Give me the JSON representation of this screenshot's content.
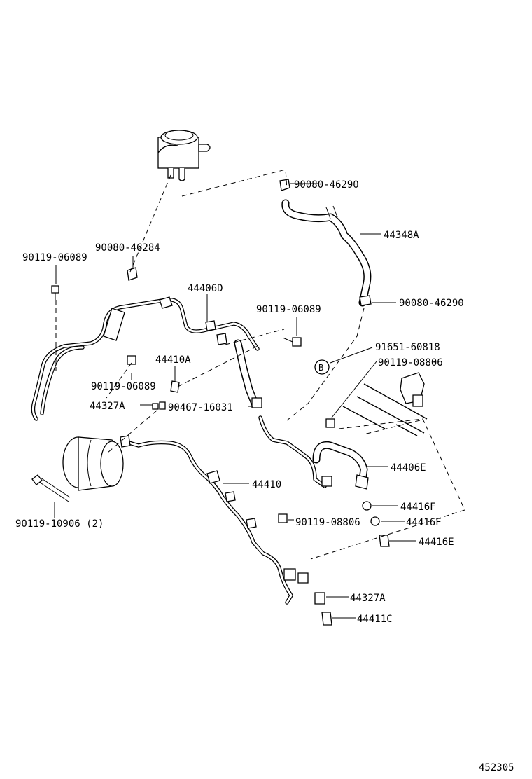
{
  "labels": {
    "l_90080_46290_top": "90080-46290",
    "l_44348A": "44348A",
    "l_90080_46284": "90080-46284",
    "l_90119_06089_left": "90119-06089",
    "l_44406D": "44406D",
    "l_90080_46290_mid": "90080-46290",
    "l_90119_06089_mid": "90119-06089",
    "l_91651_60818": "91651-60818",
    "l_44410A": "44410A",
    "l_90119_08806_right": "90119-08806",
    "l_90119_06089_low": "90119-06089",
    "l_44327A_left": "44327A",
    "l_90467_16031": "90467-16031",
    "l_44406E": "44406E",
    "l_44410": "44410",
    "l_44416F_a": "44416F",
    "l_90119_10906": "90119-10906 (2)",
    "l_90119_08806_low": "90119-08806",
    "l_44416F_b": "44416F",
    "l_44416E": "44416E",
    "l_44327A_low": "44327A",
    "l_44411C": "44411C",
    "circle_b": "B",
    "diagram_id": "452305"
  },
  "icons": {
    "reservoir": "power-steering-reservoir-icon",
    "pump": "power-steering-pump-icon",
    "gear": "steering-gear-icon"
  }
}
